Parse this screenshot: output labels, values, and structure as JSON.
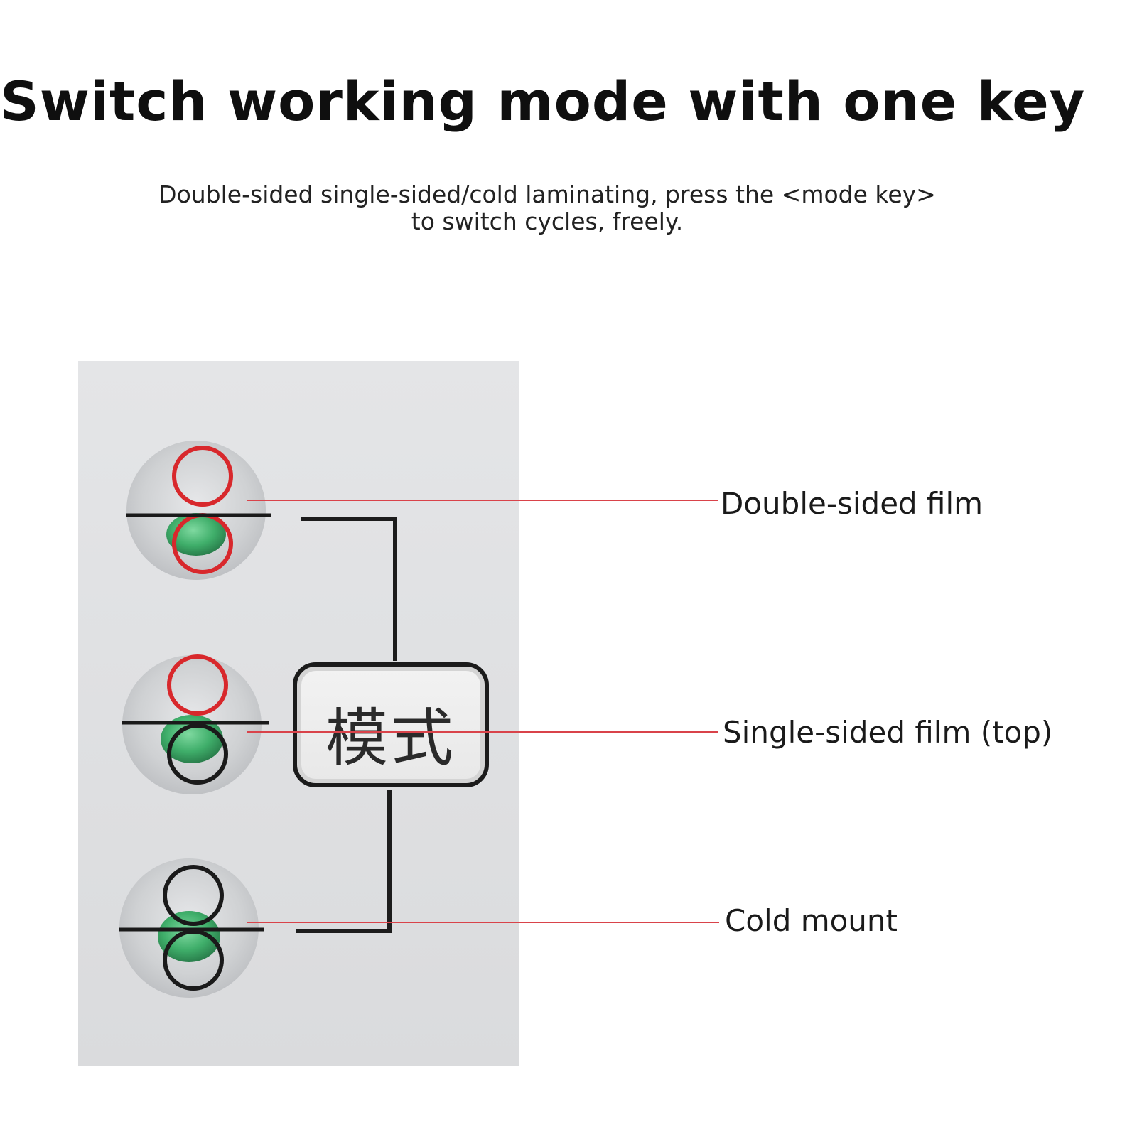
{
  "header": {
    "title": "Switch working mode with one key",
    "description_line1": "Double-sided single-sided/cold laminating, press the <mode key>",
    "description_line2": "to switch cycles, freely."
  },
  "panel": {
    "mode_key_label": "模式"
  },
  "modes": [
    {
      "label": "Double-sided film",
      "top_roller": "active",
      "bottom_roller": "active",
      "led": "on"
    },
    {
      "label": "Single-sided film (top)",
      "top_roller": "active",
      "bottom_roller": "inactive",
      "led": "on"
    },
    {
      "label": "Cold mount",
      "top_roller": "inactive",
      "bottom_roller": "inactive",
      "led": "on"
    }
  ],
  "colors": {
    "active_roller": "#d8282c",
    "inactive_roller": "#1a1a1a",
    "led_green": "#3fae6a",
    "leader_line": "#d9434a",
    "panel_bg": "#e0e1e3"
  },
  "icons": [
    "roller-pair-icon",
    "led-indicator-icon",
    "bracket-connector"
  ]
}
